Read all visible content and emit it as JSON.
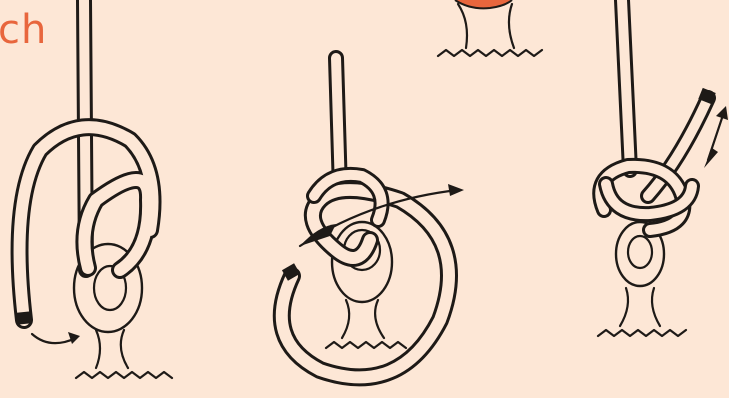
{
  "title_fragment": "ch",
  "colors": {
    "background": "#fde7d6",
    "accent": "#e8663d",
    "ink": "#1e1a17"
  },
  "steps": [
    {
      "name": "step-1-loop-around-ring",
      "arrow": "curved-arrow-under-ring"
    },
    {
      "name": "step-2-wrap-around-standing-part",
      "arrow": "pass-through-arrow"
    },
    {
      "name": "step-3-tighten-knot",
      "arrow": "pull-arrows"
    }
  ]
}
